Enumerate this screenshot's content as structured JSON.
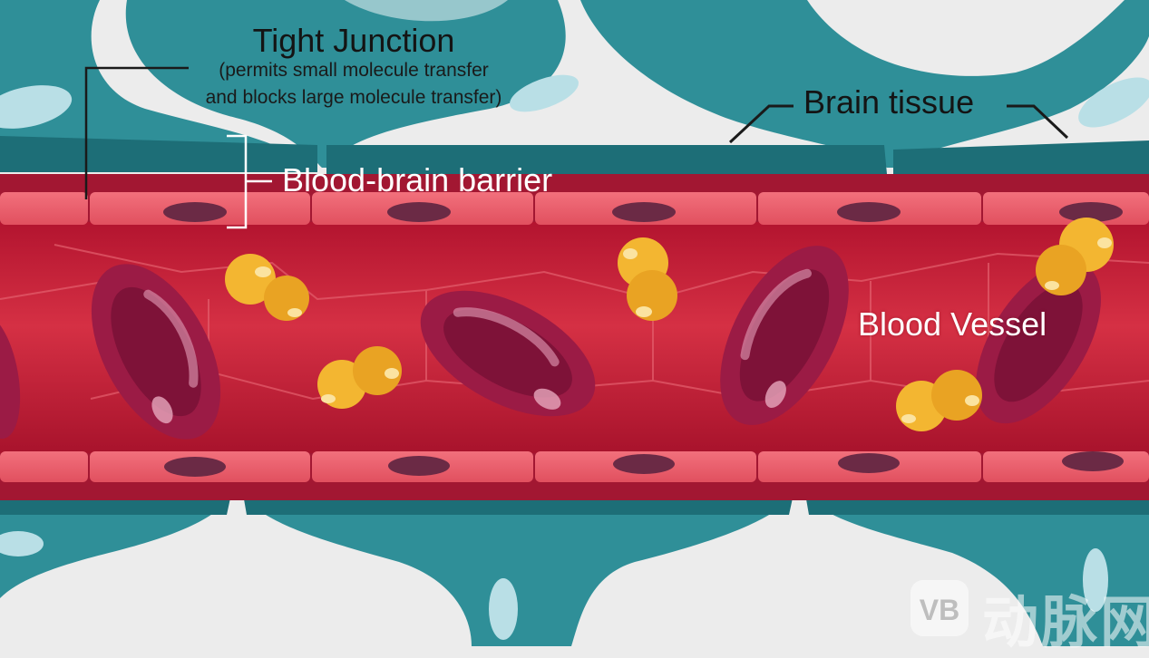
{
  "labels": {
    "tight_junction_title": "Tight Junction",
    "tight_junction_desc_line1": "(permits small molecule transfer",
    "tight_junction_desc_line2": "and blocks large molecule transfer)",
    "brain_tissue": "Brain tissue",
    "blood_brain_barrier": "Blood-brain barrier",
    "blood_vessel": "Blood Vessel"
  },
  "watermark": {
    "logo_text": "VB",
    "site_text": "动脉网"
  },
  "colors": {
    "background": "#ececec",
    "astrocyte_teal": "#2f8f98",
    "astrocyte_dark": "#1d6e77",
    "astrocyte_light": "#b9dfe6",
    "endothelium": "#e85d6c",
    "vessel_interior": "#c4203a",
    "red_blood_cell": "#9b1b45",
    "molecule_yellow": "#f3b631"
  }
}
